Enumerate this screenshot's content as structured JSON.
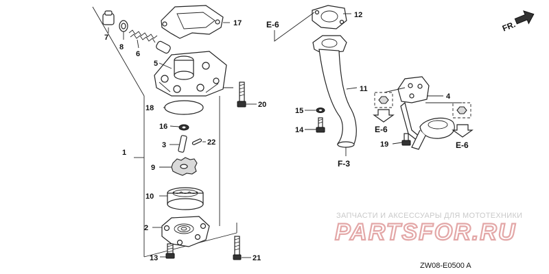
{
  "part_numbers": {
    "p1": "1",
    "p2": "2",
    "p3": "3",
    "p4": "4",
    "p5": "5",
    "p6": "6",
    "p7": "7",
    "p8": "8",
    "p9": "9",
    "p10": "10",
    "p11": "11",
    "p12": "12",
    "p13": "13",
    "p14": "14",
    "p15": "15",
    "p16": "16",
    "p17": "17",
    "p18": "18",
    "p19": "19",
    "p20": "20",
    "p21": "21",
    "p22": "22"
  },
  "references": {
    "e6_top": "E-6",
    "e6_left": "E-6",
    "e6_right": "E-6",
    "f3": "F-3"
  },
  "direction_label": "FR.",
  "watermark": {
    "subtitle": "ЗАПЧАСТИ И АКСЕССУАРЫ ДЛЯ МОТОТЕХНИКИ",
    "brand": "PARTSFOR.RU"
  },
  "diagram_code": "ZW08-E0500 A"
}
